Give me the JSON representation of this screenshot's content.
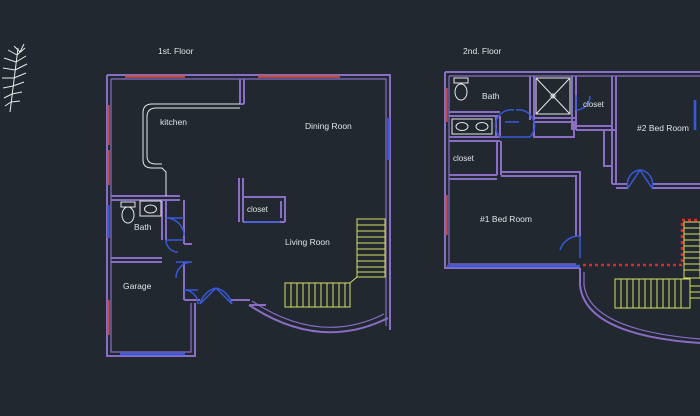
{
  "floors": [
    {
      "title": "1st. Floor",
      "rooms": [
        "kitchen",
        "Dining Roon",
        "Bath",
        "closet",
        "Living Roon",
        "Garage"
      ]
    },
    {
      "title": "2nd. Floor",
      "rooms": [
        "Bath",
        "closet",
        "#2 Bed Room",
        "closet",
        "#1 Bed Room"
      ]
    }
  ],
  "colors": {
    "background": "#212830",
    "walls": "#8a6ec6",
    "windows": "#c2504a",
    "doors": "#3a58d8",
    "stairs": "#d8e062",
    "railing": "#e02828",
    "labels": "#e2e4e6"
  },
  "icons": [
    "plant-icon",
    "toilet-icon",
    "sink-icon",
    "shower-icon"
  ]
}
